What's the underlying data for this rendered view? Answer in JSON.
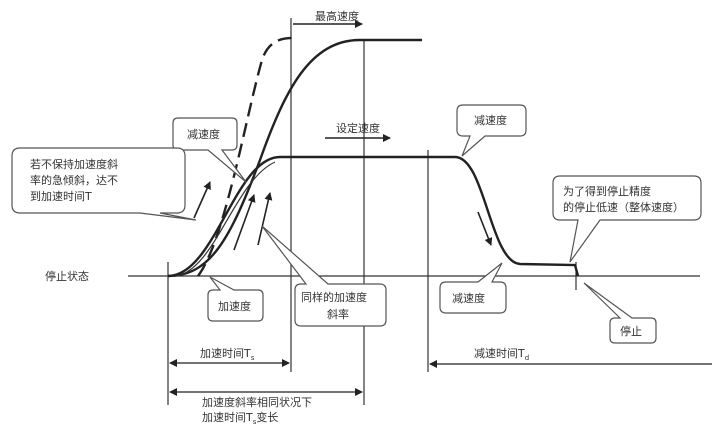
{
  "labels": {
    "max_speed": "最高速度",
    "set_speed": "设定速度",
    "stop_state": "停止状态",
    "decel_top": "减速度",
    "steep_note_1": "若不保持加速度斜",
    "steep_note_2": "率的急倾斜，达不",
    "steep_note_3": "到加速时间T",
    "decel_right": "减速度",
    "low_speed_1": "为了得到停止精度",
    "low_speed_2": "的停止低速（整体速度）",
    "accel": "加速度",
    "same_slope_1": "同样的加速度",
    "same_slope_2": "斜率",
    "decel_bottom": "减速度",
    "stop": "停止",
    "accel_time": "加速时间T",
    "accel_time_sub": "s",
    "decel_time": "减速时间T",
    "decel_time_sub": "d",
    "longer_1": "加速度斜率相同状况下",
    "longer_2": "加速时间T",
    "longer_2_sub": "s",
    "longer_2_tail": "变长"
  }
}
